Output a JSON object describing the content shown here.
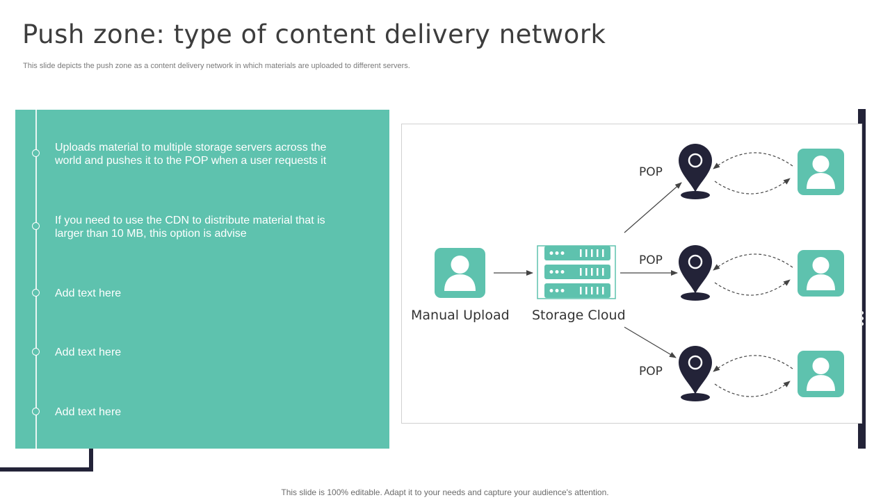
{
  "slide": {
    "title": "Push zone: type of content delivery network",
    "subtitle": "This slide depicts the push zone as a content delivery network in which materials are uploaded to different servers.",
    "footer": "This slide is 100% editable. Adapt it to your needs and capture your audience's attention."
  },
  "timeline": {
    "items": [
      {
        "text": "Uploads material to multiple storage servers across the world and pushes it to the POP when a user requests it"
      },
      {
        "text": "If you need to use the CDN to distribute material that is larger than 10 MB, this option is advise"
      },
      {
        "text": "Add text here"
      },
      {
        "text": "Add text here"
      },
      {
        "text": "Add text here"
      }
    ]
  },
  "diagram": {
    "manual_upload_label": "Manual Upload",
    "storage_cloud_label": "Storage Cloud",
    "pop_labels": [
      "POP",
      "POP",
      "POP"
    ]
  },
  "colors": {
    "accent": "#5ec2ae",
    "dark": "#232338",
    "text": "#3d3d3d"
  },
  "icons": {
    "user": "user-icon",
    "server": "server-stack-icon",
    "pin": "location-pin-icon"
  }
}
